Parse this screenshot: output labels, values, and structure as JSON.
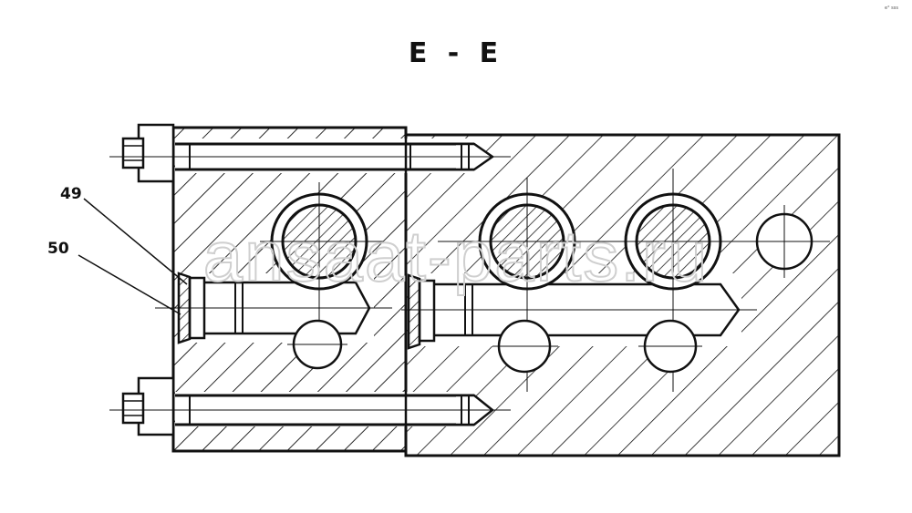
{
  "drawing": {
    "section_title": "E - E",
    "callouts": [
      {
        "number": "49"
      },
      {
        "number": "50"
      }
    ],
    "watermark": "ansaat-parts.ru",
    "corner_mark": "e° sss",
    "colors": {
      "ink": "#111111",
      "paper": "#ffffff",
      "watermark": "#cfcfcf"
    }
  }
}
